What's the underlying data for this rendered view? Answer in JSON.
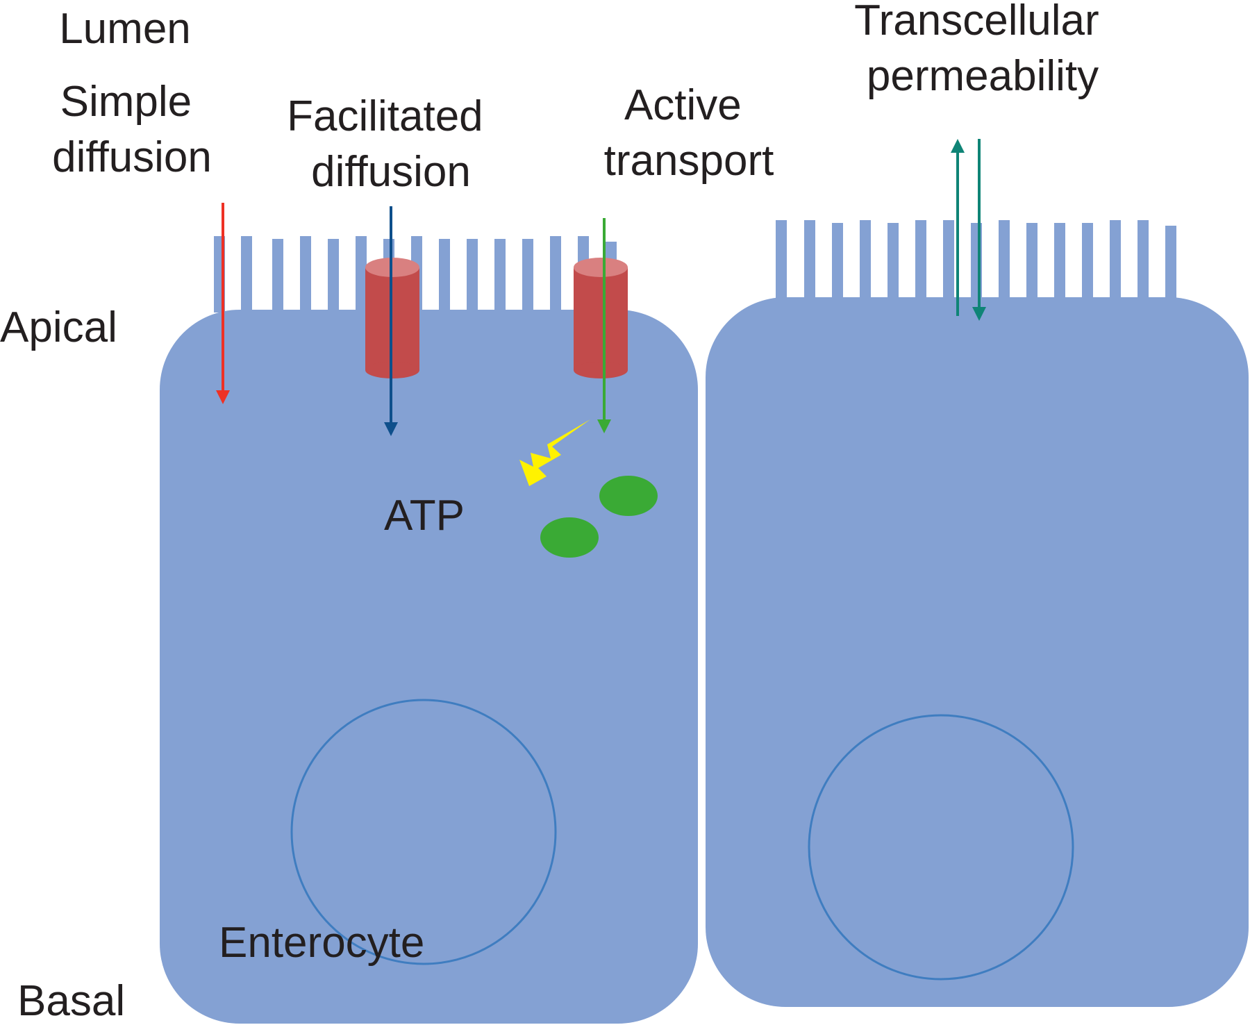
{
  "labels": {
    "lumen": "Lumen",
    "apical": "Apical",
    "basal": "Basal",
    "simple_diffusion": [
      "Simple",
      "diffusion"
    ],
    "facilitated_diffusion": [
      "Facilitated",
      "diffusion"
    ],
    "active_transport": [
      "Active",
      "transport"
    ],
    "transcellular_permeability": [
      "Transcellular",
      "permeability"
    ],
    "atp": "ATP",
    "enterocyte": "Enterocyte"
  },
  "colors": {
    "background": "#ffffff",
    "cell_fill": "#84a1d3",
    "nucleus_stroke": "#3f7dc0",
    "transporter_body": "#c24b4b",
    "transporter_top": "#d98080",
    "simple_diffusion_arrow": "#ee3124",
    "facilitated_diffusion_arrow": "#0e4f8b",
    "active_transport_arrow": "#3aaa35",
    "transcellular_arrow": "#0f8476",
    "atp_bolt": "#fff200",
    "vesicle": "#3aaa35",
    "text": "#231f20"
  }
}
